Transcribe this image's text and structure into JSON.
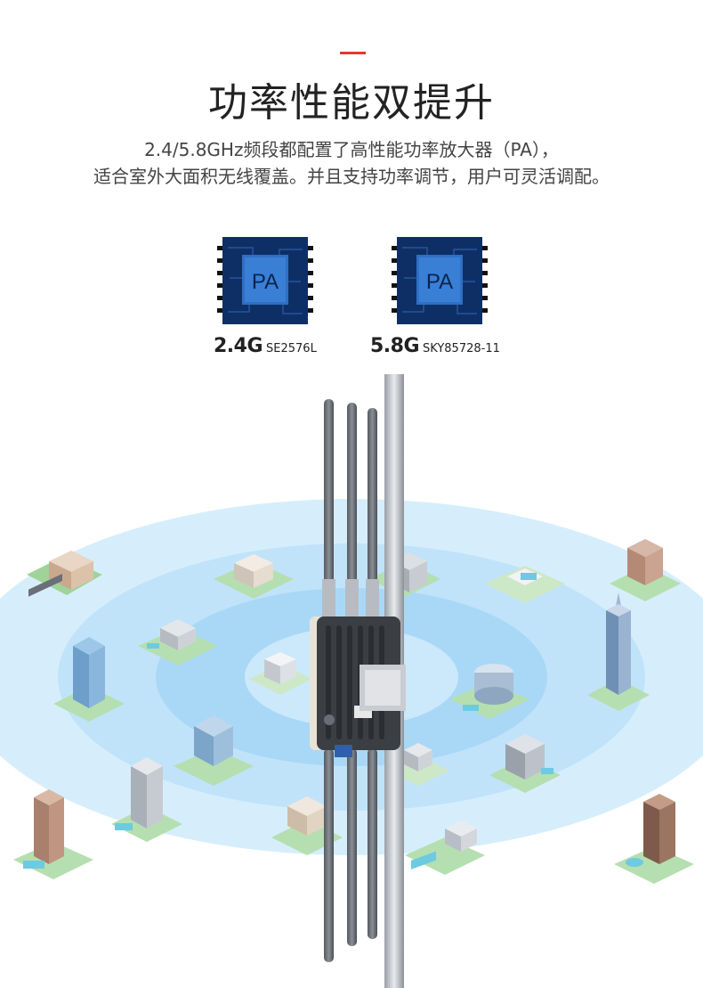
{
  "header": {
    "title": "功率性能双提升",
    "desc_line1": "2.4/5.8GHz频段都配置了高性能功率放大器（PA），",
    "desc_line2": "适合室外大面积无线覆盖。并且支持功率调节，用户可灵活调配。"
  },
  "chips": [
    {
      "text": "PA",
      "band": "2.4G",
      "model": "SE2576L"
    },
    {
      "text": "PA",
      "band": "5.8G",
      "model": "SKY85728-11"
    }
  ],
  "colors": {
    "accent": "#e8372d",
    "chip_blue": "#1b4f9c",
    "coverage": "#bfe3fb"
  }
}
